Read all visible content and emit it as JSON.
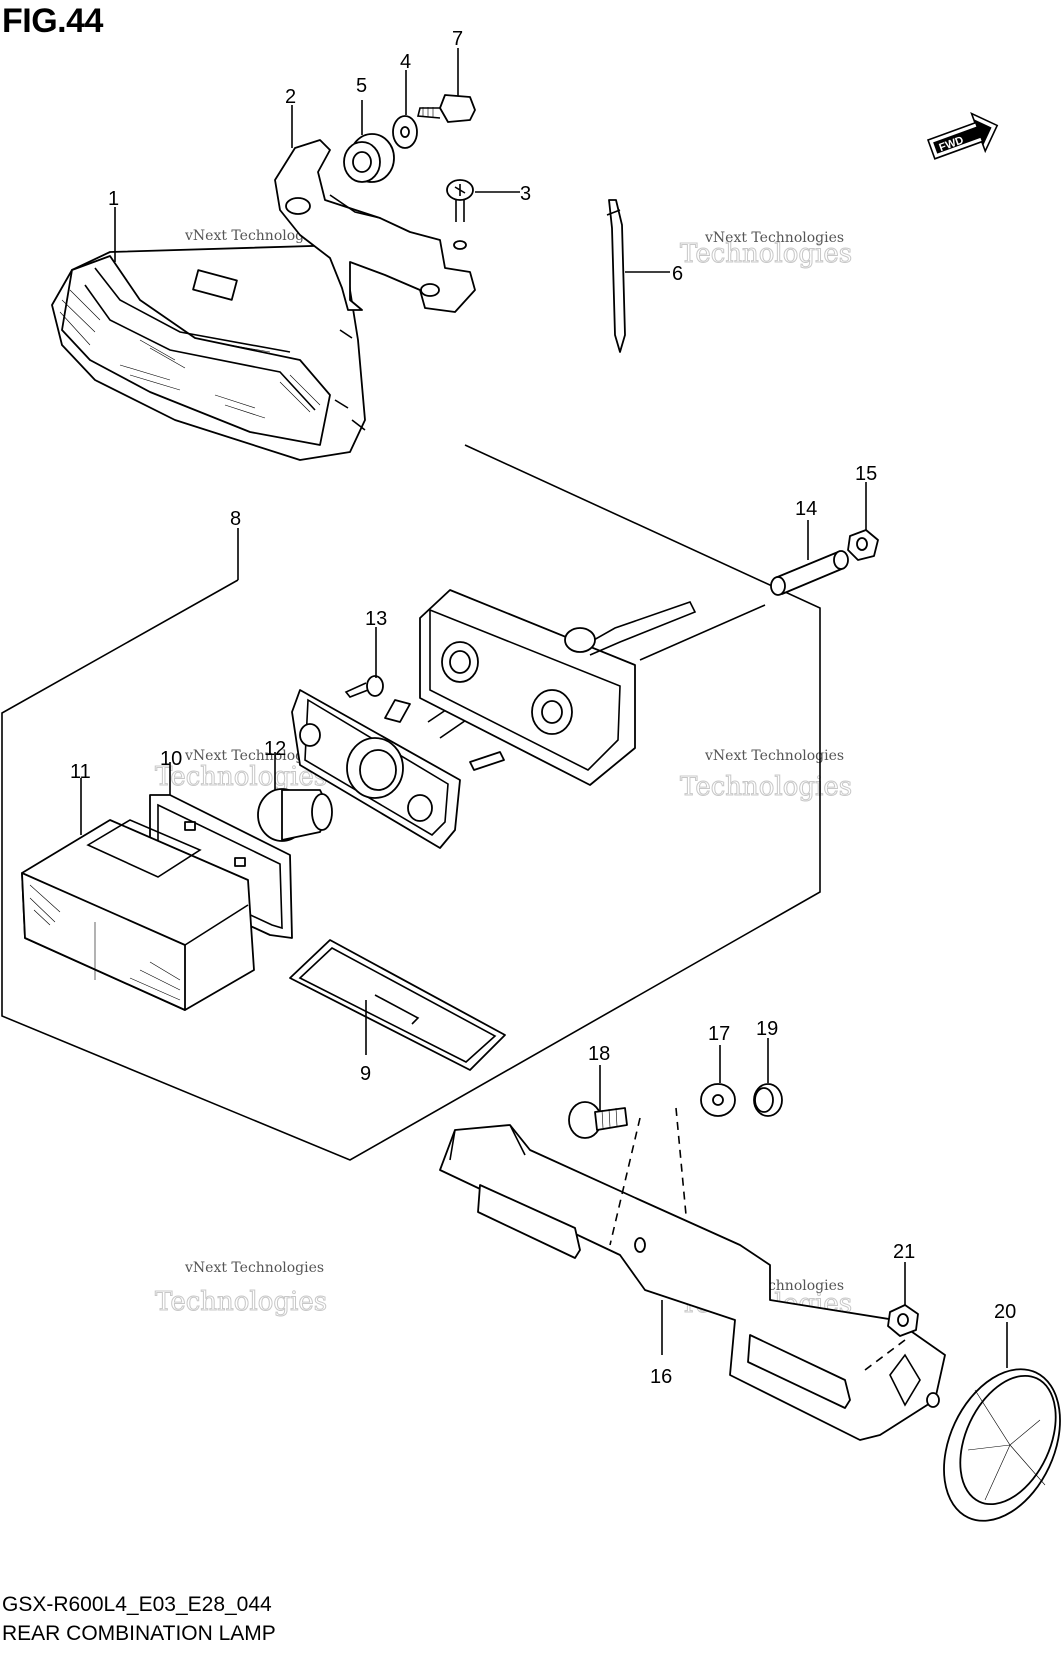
{
  "figure": {
    "title": "FIG.44",
    "model_code": "GSX-R600L4_E03_E28_044",
    "name": "REAR COMBINATION LAMP"
  },
  "direction_badge": "FWD",
  "watermark": {
    "small": "vNext Technologies",
    "large": "Technologies"
  },
  "callouts": [
    "1",
    "2",
    "3",
    "4",
    "5",
    "6",
    "7",
    "8",
    "9",
    "10",
    "11",
    "12",
    "13",
    "14",
    "15",
    "16",
    "17",
    "18",
    "19",
    "20",
    "21"
  ]
}
